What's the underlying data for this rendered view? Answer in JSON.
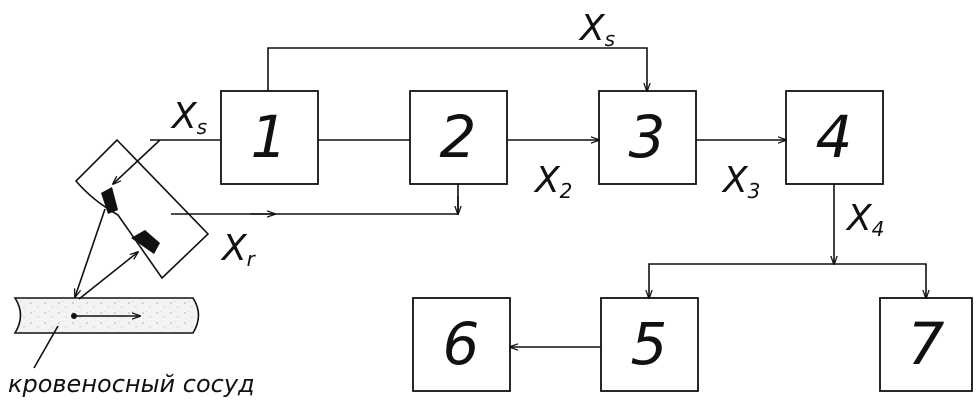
{
  "blocks": [
    {
      "id": "1",
      "label": "1"
    },
    {
      "id": "2",
      "label": "2"
    },
    {
      "id": "3",
      "label": "3"
    },
    {
      "id": "4",
      "label": "4"
    },
    {
      "id": "5",
      "label": "5"
    },
    {
      "id": "6",
      "label": "6"
    },
    {
      "id": "7",
      "label": "7"
    }
  ],
  "signals": {
    "xs_top": {
      "main": "X",
      "sub": "s"
    },
    "xs_left": {
      "main": "X",
      "sub": "s"
    },
    "x2": {
      "main": "X",
      "sub": "2"
    },
    "x3": {
      "main": "X",
      "sub": "3"
    },
    "x4": {
      "main": "X",
      "sub": "4"
    },
    "xr": {
      "main": "X",
      "sub": "r"
    }
  },
  "caption": "кровеносный сосуд",
  "connections": [
    {
      "from": "1",
      "to": "2",
      "arrow": false
    },
    {
      "from": "2",
      "to": "3",
      "signal": "x2",
      "arrow": true
    },
    {
      "from": "1",
      "to": "3",
      "signal": "xs_top",
      "arrow": true
    },
    {
      "from": "probe",
      "to": "2",
      "signal": "xr",
      "arrow": true
    },
    {
      "from": "3",
      "to": "4",
      "signal": "x3",
      "arrow": true
    },
    {
      "from": "4",
      "to": "5",
      "signal": "x4",
      "arrow": true
    },
    {
      "from": "4",
      "to": "7",
      "signal": "x4",
      "arrow": true
    },
    {
      "from": "5",
      "to": "6",
      "arrow": true
    }
  ],
  "style": {
    "stroke": "#111111",
    "background": "#ffffff",
    "vessel_fill": "#f3f3f3"
  }
}
